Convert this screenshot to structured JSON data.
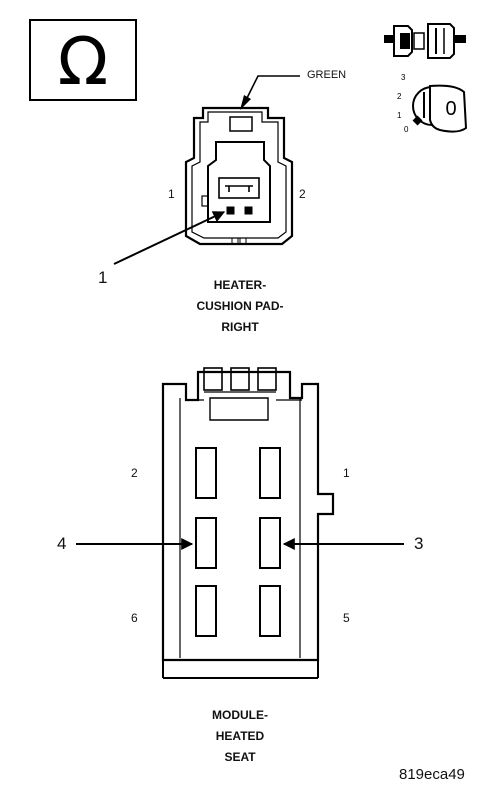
{
  "ohm_symbol": "Ω",
  "connector_view_icon": "connector-view-icon",
  "key_icon": {
    "key_label": "0",
    "positions": [
      "3",
      "2",
      "1",
      "0"
    ]
  },
  "heater_connector": {
    "wire_color": "GREEN",
    "pins": {
      "left": "1",
      "right": "2"
    },
    "callout": "1",
    "title_lines": [
      "HEATER-",
      "CUSHION PAD-",
      "RIGHT"
    ]
  },
  "module_connector": {
    "pins": [
      "2",
      "1",
      "6",
      "5"
    ],
    "callouts": {
      "left": "4",
      "right": "3"
    },
    "title_lines": [
      "MODULE-",
      "HEATED",
      "SEAT"
    ]
  },
  "figure_id": "819eca49"
}
